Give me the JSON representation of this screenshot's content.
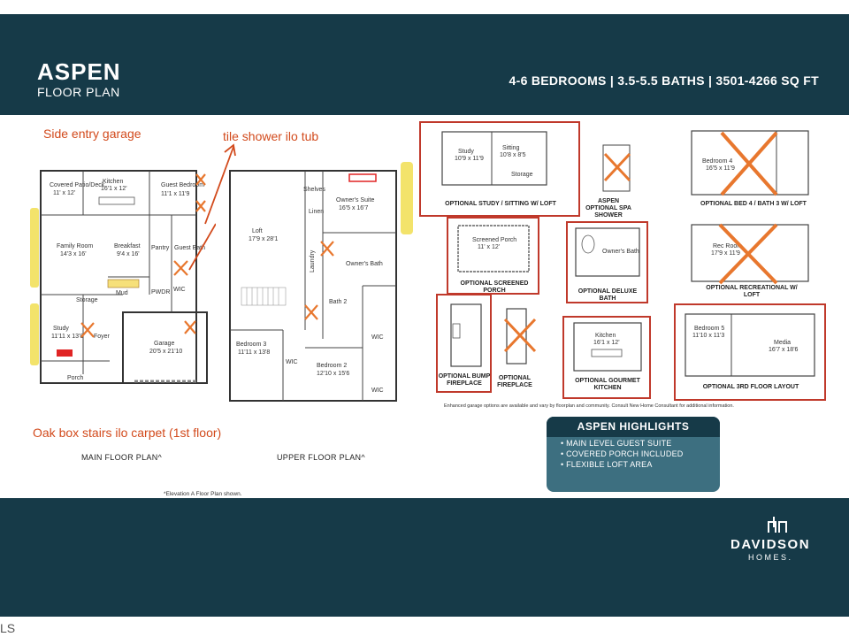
{
  "header": {
    "title": "ASPEN",
    "subtitle": "FLOOR PLAN",
    "specs": "4-6 BEDROOMS | 3.5-5.5 BATHS | 3501-4266 SQ FT"
  },
  "annotations": {
    "side_entry": "Side entry garage",
    "tile_shower": "tile shower ilo tub",
    "oak_stairs": "Oak box stairs ilo carpet (1st floor)"
  },
  "main_plan": {
    "caption": "MAIN FLOOR PLAN^",
    "rooms": {
      "covered_patio": "Covered Patio/Deck",
      "covered_patio_dim": "11' x 12'",
      "kitchen": "Kitchen",
      "kitchen_dim": "16'1 x 12'",
      "guest_bedroom": "Guest Bedroom",
      "guest_bedroom_dim": "11'1 x 11'9",
      "family_room": "Family Room",
      "family_room_dim": "14'3 x 16'",
      "breakfast": "Breakfast",
      "breakfast_dim": "9'4 x 16'",
      "pantry": "Pantry",
      "guest_bath": "Guest Bath",
      "mud": "Mud",
      "pwdr": "PWDR",
      "wic": "WIC",
      "storage": "Storage",
      "study": "Study",
      "study_dim": "11'11 x 13'8",
      "foyer": "Foyer",
      "garage": "Garage",
      "garage_dim": "20'5 x 21'10",
      "porch": "Porch"
    }
  },
  "upper_plan": {
    "caption": "UPPER FLOOR PLAN^",
    "rooms": {
      "loft": "Loft",
      "loft_dim": "17'9 x 28'1",
      "owners_suite": "Owner's Suite",
      "owners_suite_dim": "16'5 x 16'7",
      "shelves": "Shelves",
      "linen": "Linen",
      "laundry": "Laundry",
      "owners_bath": "Owner's Bath",
      "bath2": "Bath 2",
      "bedroom3": "Bedroom 3",
      "bedroom3_dim": "11'11 x 13'8",
      "bedroom2": "Bedroom 2",
      "bedroom2_dim": "12'10 x 15'6",
      "wic": "WIC"
    }
  },
  "elevation_note": "*Elevation A Floor Plan shown.",
  "options": {
    "study_sitting": "OPTIONAL STUDY / SITTING W/ LOFT",
    "study_room": "Study",
    "study_room_dim": "10'9 x 11'9",
    "sitting_room": "Sitting",
    "sitting_room_dim": "10'8 x 8'5",
    "storage": "Storage",
    "spa_shower": "ASPEN OPTIONAL SPA SHOWER",
    "bed4_bath3": "OPTIONAL BED 4 / BATH 3 W/ LOFT",
    "bed4_room": "Bedroom 4",
    "bed4_dim": "16'5 x 11'9",
    "screened_porch": "OPTIONAL SCREENED PORCH",
    "screened_room": "Screened Porch",
    "screened_dim": "11' x 12'",
    "deluxe_bath": "OPTIONAL DELUXE BATH",
    "deluxe_room": "Owner's Bath",
    "rec_room": "OPTIONAL RECREATIONAL W/ LOFT",
    "rec_room_label": "Rec Room",
    "rec_room_dim": "17'9 x 11'9",
    "bump_fireplace": "OPTIONAL BUMP FIREPLACE",
    "fireplace": "OPTIONAL FIREPLACE",
    "gourmet_kitchen": "OPTIONAL GOURMET KITCHEN",
    "gourmet_room": "Kitchen",
    "gourmet_dim": "16'1 x 12'",
    "third_floor": "OPTIONAL 3RD FLOOR LAYOUT",
    "third_bed": "Bedroom 5",
    "third_bed_dim": "11'10 x 11'3",
    "media": "Media",
    "media_dim": "16'7 x 18'6",
    "garage_note": "Enhanced garage options are available and vary by floorplan and community. Consult New Home Consultant for additional information."
  },
  "highlights": {
    "title": "ASPEN HIGHLIGHTS",
    "items": [
      "MAIN LEVEL GUEST SUITE",
      "COVERED PORCH INCLUDED",
      "FLEXIBLE LOFT AREA"
    ]
  },
  "brand": {
    "name": "DAVIDSON",
    "sub": "HOMES."
  },
  "corner_text": "LS",
  "colors": {
    "band": "#163a48",
    "accent_red": "#c0392b",
    "annotation_orange": "#d24a1c",
    "x_mark": "#e8772e",
    "highlight_yellow": "#f3e36b"
  }
}
